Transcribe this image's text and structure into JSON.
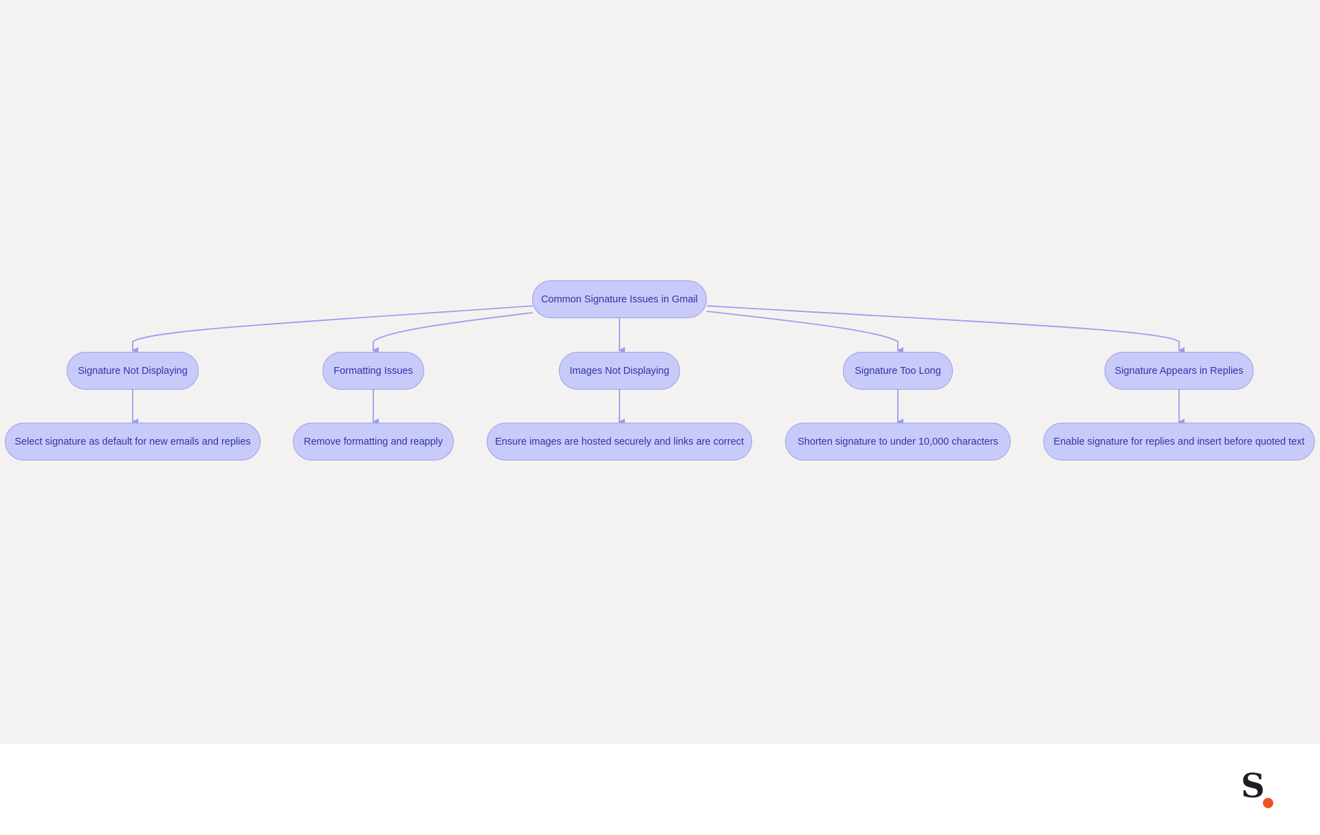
{
  "diagram": {
    "root": {
      "id": "root",
      "label": "Common Signature Issues in Gmail"
    },
    "issues": [
      {
        "id": "issue-1",
        "label": "Signature Not Displaying",
        "solution": "Select signature as default for new emails and replies"
      },
      {
        "id": "issue-2",
        "label": "Formatting Issues",
        "solution": "Remove formatting and reapply"
      },
      {
        "id": "issue-3",
        "label": "Images Not Displaying",
        "solution": "Ensure images are hosted securely and links are correct"
      },
      {
        "id": "issue-4",
        "label": "Signature Too Long",
        "solution": "Shorten signature to under 10,000 characters"
      },
      {
        "id": "issue-5",
        "label": "Signature Appears in Replies",
        "solution": "Enable signature for replies and insert before quoted text"
      }
    ]
  },
  "colors": {
    "background": "#f3f2f1",
    "node_fill": "#c8cbf9",
    "node_border": "#9a9eec",
    "node_text": "#3032a8",
    "edge": "#9a9eec",
    "logo_dot": "#f0511e"
  },
  "brand": {
    "logo": "S"
  }
}
